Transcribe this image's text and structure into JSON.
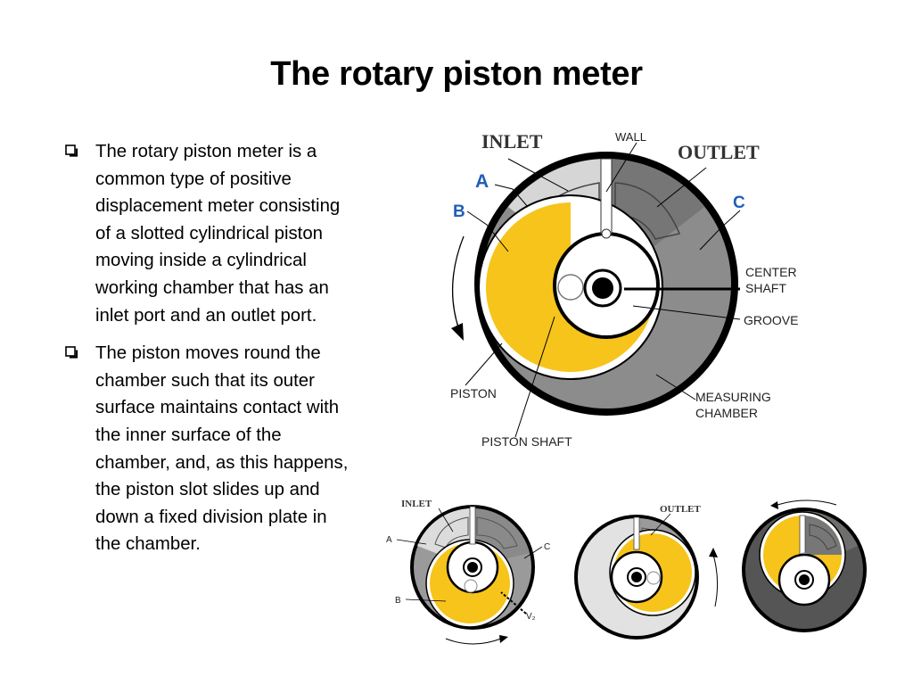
{
  "title": "The rotary piston meter",
  "bullets": [
    "The rotary piston meter is a common type of positive displacement meter consisting of a slotted cylindrical piston moving inside a cylindrical working chamber that has an inlet port and an outlet port.",
    "The piston moves round the chamber such that its outer surface maintains contact with the inner surface of the chamber, and, as this happens, the piston slot slides up and down a fixed division plate in the chamber."
  ],
  "main_diagram": {
    "labels": {
      "inlet": "INLET",
      "wall": "WALL",
      "outlet": "OUTLET",
      "a": "A",
      "b": "B",
      "c": "C",
      "center_shaft_1": "CENTER",
      "center_shaft_2": "SHAFT",
      "groove": "GROOVE",
      "piston": "PISTON",
      "measuring_chamber_1": "MEASURING",
      "measuring_chamber_2": "CHAMBER",
      "piston_shaft": "PISTON SHAFT"
    }
  },
  "small_diagrams": {
    "d1": {
      "inlet": "INLET",
      "a": "A",
      "b": "B",
      "c": "C",
      "v2": "V₂"
    },
    "d2": {
      "outlet": "OUTLET"
    }
  },
  "colors": {
    "piston_yellow": "#f7c41c",
    "chamber_gray": "#8c8c8c",
    "light_gray": "#d9d9d9",
    "dark_gray": "#555555",
    "letter_blue": "#1f5fb8"
  }
}
